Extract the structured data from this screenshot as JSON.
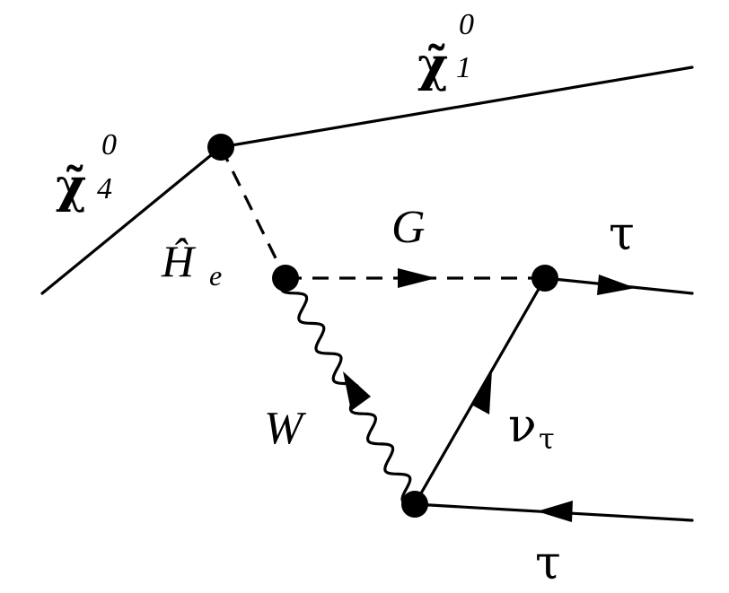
{
  "diagram": {
    "particles": {
      "chi4": {
        "symbol": "χ̃",
        "subscript": "4",
        "superscript": "0"
      },
      "chi1": {
        "symbol": "χ̃",
        "subscript": "1",
        "superscript": "0"
      },
      "higgsino": {
        "symbol": "Ĥ",
        "subscript": "e"
      },
      "goldstino": {
        "symbol": "G"
      },
      "tau_out": {
        "symbol": "τ"
      },
      "tau_in": {
        "symbol": "τ"
      },
      "w_boson": {
        "symbol": "W"
      },
      "neutrino": {
        "symbol": "ν",
        "subscript": "τ"
      }
    }
  }
}
